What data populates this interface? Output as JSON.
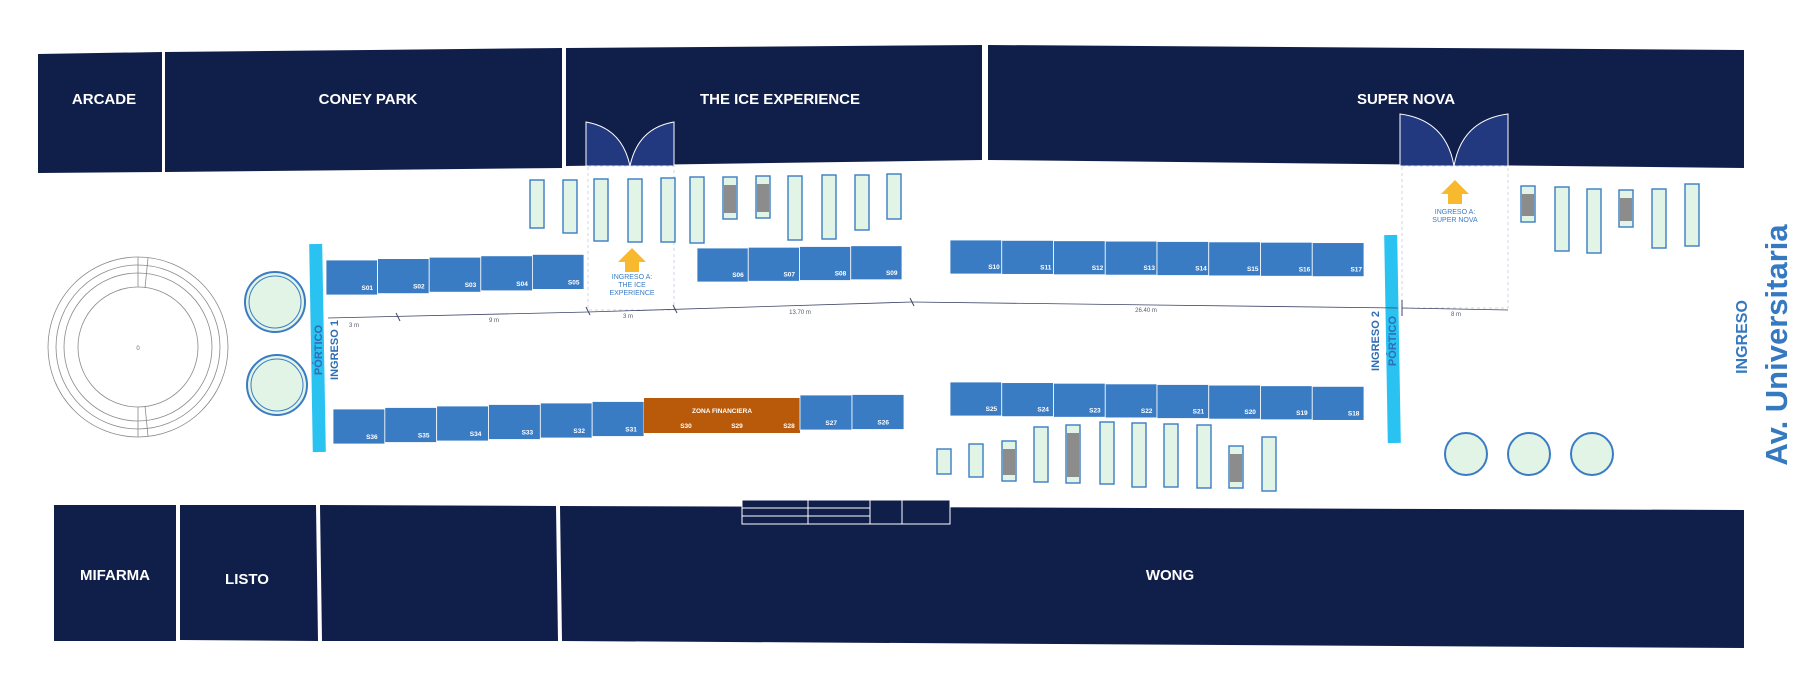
{
  "colors": {
    "store": "#101e4a",
    "stand": "#3a7cc4",
    "financial": "#b95a0a",
    "portico": "#29c2f1",
    "kiosk_fill": "#e2f4e6",
    "kiosk_stroke": "#3a7cc4",
    "occupied": "#8c8c8c",
    "entry_arrow": "#f8b92f",
    "label_blue": "#2f6db5"
  },
  "stores": {
    "arcade": "ARCADE",
    "coney_park": "CONEY PARK",
    "ice_experience": "THE ICE EXPERIENCE",
    "super_nova": "SUPER NOVA",
    "mifarma": "MIFARMA",
    "listo": "LISTO",
    "unnamed_store": "",
    "wong": "WONG"
  },
  "stands_top_left": [
    "S01",
    "S02",
    "S03",
    "S04",
    "S05"
  ],
  "stands_top_mid": [
    "S06",
    "S07",
    "S08",
    "S09"
  ],
  "stands_top_right": [
    "S10",
    "S11",
    "S12",
    "S13",
    "S14",
    "S15",
    "S16",
    "S17"
  ],
  "stands_bottom_left": [
    "S36",
    "S35",
    "S34",
    "S33",
    "S32",
    "S31"
  ],
  "financial_zone": {
    "title": "ZONA FINANCIERA",
    "stands": [
      "S30",
      "S29",
      "S28"
    ]
  },
  "stands_bottom_mid": [
    "S27",
    "S26"
  ],
  "stands_bottom_right": [
    "S25",
    "S24",
    "S23",
    "S22",
    "S21",
    "S20",
    "S19",
    "S18"
  ],
  "entries": {
    "ice_line1": "INGRESO A:",
    "ice_line2": "THE ICE",
    "ice_line3": "EXPERIENCE",
    "nova_line1": "INGRESO A:",
    "nova_line2": "SUPER NOVA"
  },
  "porticos": {
    "gate1_label": "PÓRTICO",
    "gate1_entry": "INGRESO 1",
    "gate2_entry": "INGRESO 2",
    "gate2_label": "PÓRTICO"
  },
  "avenue": {
    "entry": "INGRESO",
    "name": "Av. Universitaria"
  },
  "dimensions": {
    "d1": "3 m",
    "d2": "9 m",
    "d3": "3 m",
    "d4": "13.70 m",
    "d5": "26.40 m",
    "d6": "8 m"
  },
  "roundabout_marker": "0"
}
